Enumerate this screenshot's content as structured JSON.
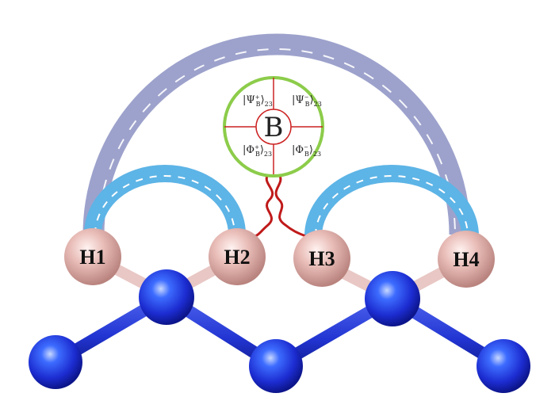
{
  "colors": {
    "backbone_atom": "#1f2fd6",
    "backbone_bond": "#2a3fd8",
    "hydrogen_atom": "#e7b8b3",
    "hydrogen_bond": "#e8c7c4",
    "outer_link": "#9da2cc",
    "inner_link": "#5db4e6",
    "circle_ring": "#8ccc4a",
    "cross_lines": "#cc2222",
    "wavy_link": "#c01a1a"
  },
  "center": {
    "label": "B",
    "states": [
      {
        "letter": "Ψ",
        "sign": "+",
        "sub": "23"
      },
      {
        "letter": "Ψ",
        "sign": "−",
        "sub": "23"
      },
      {
        "letter": "Φ",
        "sign": "+",
        "sub": "23"
      },
      {
        "letter": "Φ",
        "sign": "−",
        "sub": "23"
      }
    ],
    "basis_sub": "B"
  },
  "atoms": [
    {
      "label": "H1"
    },
    {
      "label": "H2"
    },
    {
      "label": "H3"
    },
    {
      "label": "H4"
    }
  ]
}
